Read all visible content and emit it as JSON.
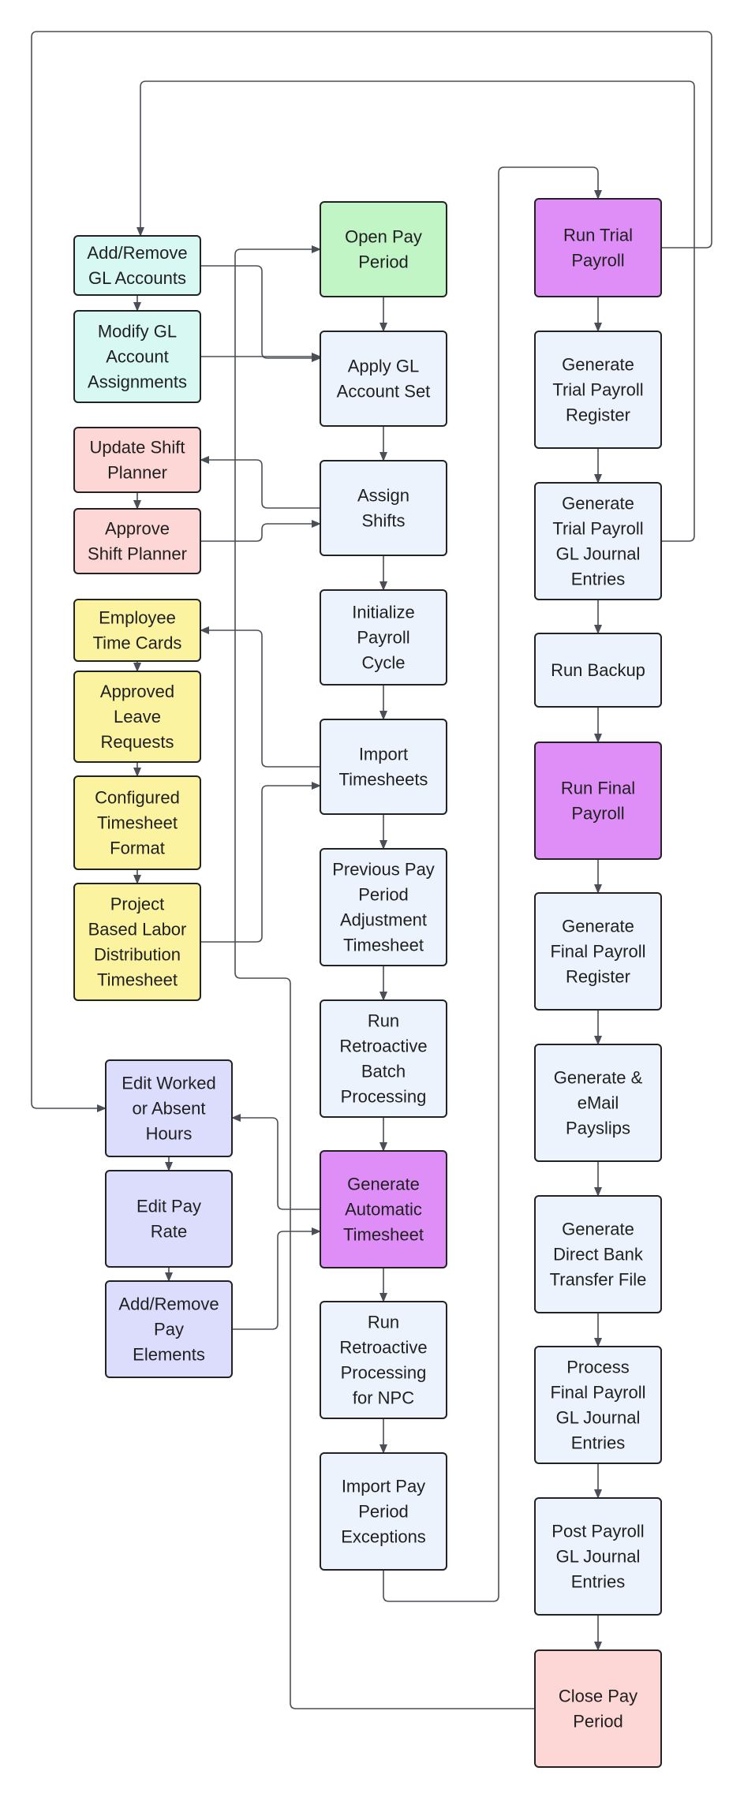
{
  "colors": {
    "green": "#c2f5c6",
    "cyan": "#d7f8f3",
    "pink": "#fdd6d6",
    "yellow": "#fcf3a0",
    "lavender": "#dcdcfc",
    "purple": "#df8ef7",
    "blue": "#edf3fd",
    "edge": "#4a4f57"
  },
  "nodes": [
    {
      "id": "open-pay-period",
      "lines": [
        "Open Pay",
        "Period"
      ],
      "color": "green"
    },
    {
      "id": "apply-gl-account-set",
      "lines": [
        "Apply GL",
        "Account Set"
      ],
      "color": "blue"
    },
    {
      "id": "assign-shifts",
      "lines": [
        "Assign",
        "Shifts"
      ],
      "color": "blue"
    },
    {
      "id": "initialize-payroll-cycle",
      "lines": [
        "Initialize",
        "Payroll",
        "Cycle"
      ],
      "color": "blue"
    },
    {
      "id": "import-timesheets",
      "lines": [
        "Import",
        "Timesheets"
      ],
      "color": "blue"
    },
    {
      "id": "previous-pay-period-adjustment",
      "lines": [
        "Previous Pay",
        "Period",
        "Adjustment",
        "Timesheet"
      ],
      "color": "blue"
    },
    {
      "id": "run-retroactive-batch",
      "lines": [
        "Run",
        "Retroactive",
        "Batch",
        "Processing"
      ],
      "color": "blue"
    },
    {
      "id": "generate-automatic-timesheet",
      "lines": [
        "Generate",
        "Automatic",
        "Timesheet"
      ],
      "color": "purple"
    },
    {
      "id": "run-retroactive-npc",
      "lines": [
        "Run",
        "Retroactive",
        "Processing",
        "for NPC"
      ],
      "color": "blue"
    },
    {
      "id": "import-pay-period-exceptions",
      "lines": [
        "Import Pay",
        "Period",
        "Exceptions"
      ],
      "color": "blue"
    },
    {
      "id": "add-remove-gl-accounts",
      "lines": [
        "Add/Remove",
        "GL Accounts"
      ],
      "color": "cyan"
    },
    {
      "id": "modify-gl-account-assignments",
      "lines": [
        "Modify GL",
        "Account",
        "Assignments"
      ],
      "color": "cyan"
    },
    {
      "id": "update-shift-planner",
      "lines": [
        "Update Shift",
        "Planner"
      ],
      "color": "pink"
    },
    {
      "id": "approve-shift-planner",
      "lines": [
        "Approve",
        "Shift Planner"
      ],
      "color": "pink"
    },
    {
      "id": "employee-time-cards",
      "lines": [
        "Employee",
        "Time Cards"
      ],
      "color": "yellow"
    },
    {
      "id": "approved-leave-requests",
      "lines": [
        "Approved",
        "Leave",
        "Requests"
      ],
      "color": "yellow"
    },
    {
      "id": "configured-timesheet-format",
      "lines": [
        "Configured",
        "Timesheet",
        "Format"
      ],
      "color": "yellow"
    },
    {
      "id": "project-based-labor",
      "lines": [
        "Project",
        "Based Labor",
        "Distribution",
        "Timesheet"
      ],
      "color": "yellow"
    },
    {
      "id": "edit-worked-absent-hours",
      "lines": [
        "Edit Worked",
        "or Absent",
        "Hours"
      ],
      "color": "lavender"
    },
    {
      "id": "edit-pay-rate",
      "lines": [
        "Edit Pay",
        "Rate"
      ],
      "color": "lavender"
    },
    {
      "id": "add-remove-pay-elements",
      "lines": [
        "Add/Remove",
        "Pay",
        "Elements"
      ],
      "color": "lavender"
    },
    {
      "id": "run-trial-payroll",
      "lines": [
        "Run Trial",
        "Payroll"
      ],
      "color": "purple"
    },
    {
      "id": "generate-trial-payroll-register",
      "lines": [
        "Generate",
        "Trial Payroll",
        "Register"
      ],
      "color": "blue"
    },
    {
      "id": "generate-trial-payroll-gl",
      "lines": [
        "Generate",
        "Trial Payroll",
        "GL Journal",
        "Entries"
      ],
      "color": "blue"
    },
    {
      "id": "run-backup",
      "lines": [
        "Run Backup"
      ],
      "color": "blue"
    },
    {
      "id": "run-final-payroll",
      "lines": [
        "Run Final",
        "Payroll"
      ],
      "color": "purple"
    },
    {
      "id": "generate-final-payroll-register",
      "lines": [
        "Generate",
        "Final Payroll",
        "Register"
      ],
      "color": "blue"
    },
    {
      "id": "generate-email-payslips",
      "lines": [
        "Generate &",
        "eMail",
        "Payslips"
      ],
      "color": "blue"
    },
    {
      "id": "generate-direct-bank-transfer",
      "lines": [
        "Generate",
        "Direct Bank",
        "Transfer File"
      ],
      "color": "blue"
    },
    {
      "id": "process-final-payroll-gl",
      "lines": [
        "Process",
        "Final Payroll",
        "GL Journal",
        "Entries"
      ],
      "color": "blue"
    },
    {
      "id": "post-payroll-gl",
      "lines": [
        "Post Payroll",
        "GL Journal",
        "Entries"
      ],
      "color": "blue"
    },
    {
      "id": "close-pay-period",
      "lines": [
        "Close Pay",
        "Period"
      ],
      "color": "pink"
    }
  ],
  "edges": [
    {
      "from": "open-pay-period",
      "to": "apply-gl-account-set"
    },
    {
      "from": "apply-gl-account-set",
      "to": "assign-shifts"
    },
    {
      "from": "assign-shifts",
      "to": "initialize-payroll-cycle"
    },
    {
      "from": "initialize-payroll-cycle",
      "to": "import-timesheets"
    },
    {
      "from": "import-timesheets",
      "to": "previous-pay-period-adjustment"
    },
    {
      "from": "previous-pay-period-adjustment",
      "to": "run-retroactive-batch"
    },
    {
      "from": "run-retroactive-batch",
      "to": "generate-automatic-timesheet"
    },
    {
      "from": "generate-automatic-timesheet",
      "to": "run-retroactive-npc"
    },
    {
      "from": "run-retroactive-npc",
      "to": "import-pay-period-exceptions"
    },
    {
      "from": "import-pay-period-exceptions",
      "to": "run-trial-payroll"
    },
    {
      "from": "add-remove-gl-accounts",
      "to": "modify-gl-account-assignments"
    },
    {
      "from": "add-remove-gl-accounts",
      "to": "apply-gl-account-set"
    },
    {
      "from": "modify-gl-account-assignments",
      "to": "apply-gl-account-set"
    },
    {
      "from": "assign-shifts",
      "to": "update-shift-planner"
    },
    {
      "from": "update-shift-planner",
      "to": "approve-shift-planner"
    },
    {
      "from": "approve-shift-planner",
      "to": "assign-shifts"
    },
    {
      "from": "import-timesheets",
      "to": "employee-time-cards"
    },
    {
      "from": "employee-time-cards",
      "to": "approved-leave-requests"
    },
    {
      "from": "approved-leave-requests",
      "to": "configured-timesheet-format"
    },
    {
      "from": "configured-timesheet-format",
      "to": "project-based-labor"
    },
    {
      "from": "project-based-labor",
      "to": "import-timesheets"
    },
    {
      "from": "generate-automatic-timesheet",
      "to": "edit-worked-absent-hours"
    },
    {
      "from": "edit-worked-absent-hours",
      "to": "edit-pay-rate"
    },
    {
      "from": "edit-pay-rate",
      "to": "add-remove-pay-elements"
    },
    {
      "from": "add-remove-pay-elements",
      "to": "generate-automatic-timesheet"
    },
    {
      "from": "run-trial-payroll",
      "to": "generate-trial-payroll-register"
    },
    {
      "from": "run-trial-payroll",
      "to": "edit-worked-absent-hours"
    },
    {
      "from": "generate-trial-payroll-register",
      "to": "generate-trial-payroll-gl"
    },
    {
      "from": "generate-trial-payroll-gl",
      "to": "add-remove-gl-accounts"
    },
    {
      "from": "generate-trial-payroll-gl",
      "to": "run-backup"
    },
    {
      "from": "run-backup",
      "to": "run-final-payroll"
    },
    {
      "from": "run-final-payroll",
      "to": "generate-final-payroll-register"
    },
    {
      "from": "generate-final-payroll-register",
      "to": "generate-email-payslips"
    },
    {
      "from": "generate-email-payslips",
      "to": "generate-direct-bank-transfer"
    },
    {
      "from": "generate-direct-bank-transfer",
      "to": "process-final-payroll-gl"
    },
    {
      "from": "process-final-payroll-gl",
      "to": "post-payroll-gl"
    },
    {
      "from": "post-payroll-gl",
      "to": "close-pay-period"
    },
    {
      "from": "close-pay-period",
      "to": "open-pay-period"
    }
  ]
}
